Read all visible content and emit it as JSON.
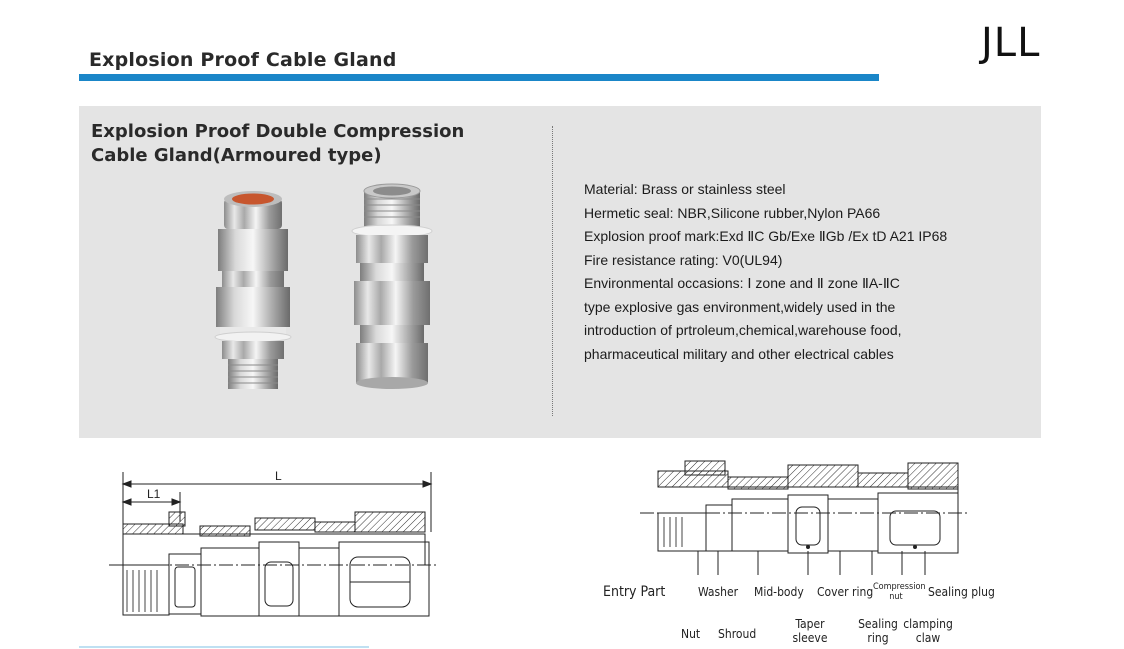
{
  "header": {
    "title": "Explosion Proof Cable Gland",
    "brand": "JLL",
    "accent_color": "#1a86c8"
  },
  "product": {
    "title_line1": "Explosion Proof Double Compression",
    "title_line2": "Cable Gland(Armoured  type)",
    "specs": [
      "Material: Brass or stainless steel",
      "Hermetic seal: NBR,Silicone rubber,Nylon PA66",
      "Explosion proof mark:Exd ⅡC Gb/Exe ⅡGb /Ex tD A21 IP68",
      "Fire resistance rating: V0(UL94)",
      "Environmental occasions: Ⅰ zone and Ⅱ zone ⅡA-ⅡC",
      "type explosive gas environment,widely used in the",
      "introduction of prtroleum,chemical,warehouse food,",
      "pharmaceutical military and other electrical cables"
    ]
  },
  "drawing_left": {
    "dim_L": "L",
    "dim_L1": "L1"
  },
  "drawing_right": {
    "labels": {
      "entry_part": "Entry Part",
      "washer": "Washer",
      "mid_body": "Mid-body",
      "cover_ring": "Cover ring",
      "compression_nut": "Compression nut",
      "sealing_plug": "Sealing plug",
      "nut": "Nut",
      "shroud": "Shroud",
      "taper_sleeve": "Taper sleeve",
      "sealing_ring": "Sealing ring",
      "clamping_claw": "clamping claw"
    }
  }
}
